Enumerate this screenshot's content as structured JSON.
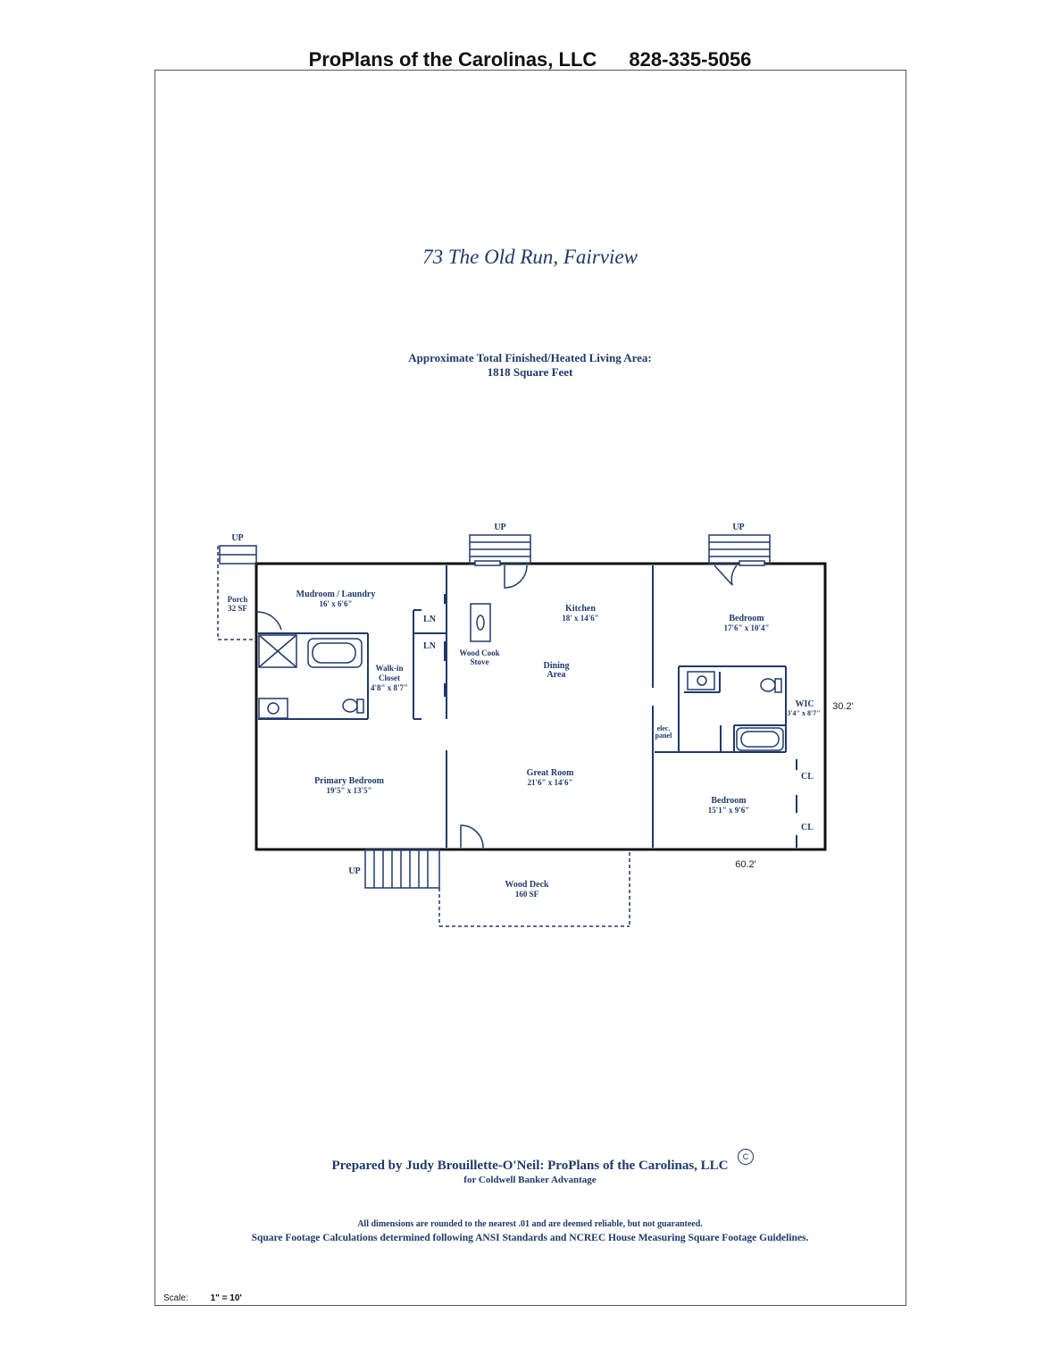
{
  "header": {
    "company": "ProPlans of the Carolinas, LLC",
    "phone": "828-335-5056"
  },
  "title": "73 The Old Run, Fairview",
  "area": {
    "label": "Approximate Total Finished/Heated Living Area:",
    "value": "1818 Square Feet"
  },
  "plan": {
    "up_porch": "UP",
    "up_top": "UP",
    "up_right": "UP",
    "up_deck": "UP",
    "porch": {
      "name": "Porch",
      "size": "32 SF"
    },
    "mudroom": {
      "name": "Mudroom / Laundry",
      "size": "16' x 6'6\""
    },
    "ln1": "LN",
    "ln2": "LN",
    "walkin": {
      "name1": "Walk-in",
      "name2": "Closet",
      "size": "4'8\" x 8'7\""
    },
    "stove": {
      "name1": "Wood Cook",
      "name2": "Stove"
    },
    "kitchen": {
      "name": "Kitchen",
      "size": "18' x 14'6\""
    },
    "dining": {
      "name1": "Dining",
      "name2": "Area"
    },
    "bedroom1": {
      "name": "Bedroom",
      "size": "17'6\" x 10'4\""
    },
    "wic": {
      "name": "WIC",
      "size": "3'4\" x 8'7\""
    },
    "elec": {
      "line1": "elec.",
      "line2": "panel"
    },
    "primary": {
      "name": "Primary Bedroom",
      "size": "19'5\" x 13'5\""
    },
    "great": {
      "name": "Great Room",
      "size": "21'6\" x 14'6\""
    },
    "bedroom2": {
      "name": "Bedroom",
      "size": "15'1\" x 9'6\""
    },
    "cl1": "CL",
    "cl2": "CL",
    "deck": {
      "name": "Wood Deck",
      "size": "160 SF"
    },
    "dim_depth": "30.2'",
    "dim_width": "60.2'"
  },
  "footer": {
    "prepared": "Prepared by Judy Brouillette-O'Neil: ProPlans of the Carolinas, LLC",
    "for": "for Coldwell Banker Advantage",
    "copyright": "C",
    "disclaimer1": "All dimensions are rounded to the nearest .01 and are deemed reliable, but not guaranteed.",
    "disclaimer2": "Square Footage Calculations determined following ANSI Standards and NCREC House Measuring Square Footage Guidelines.",
    "scale_label": "Scale:",
    "scale_value": "1\" = 10'"
  },
  "colors": {
    "ink": "#1f3a6b",
    "wall": "#111111"
  }
}
